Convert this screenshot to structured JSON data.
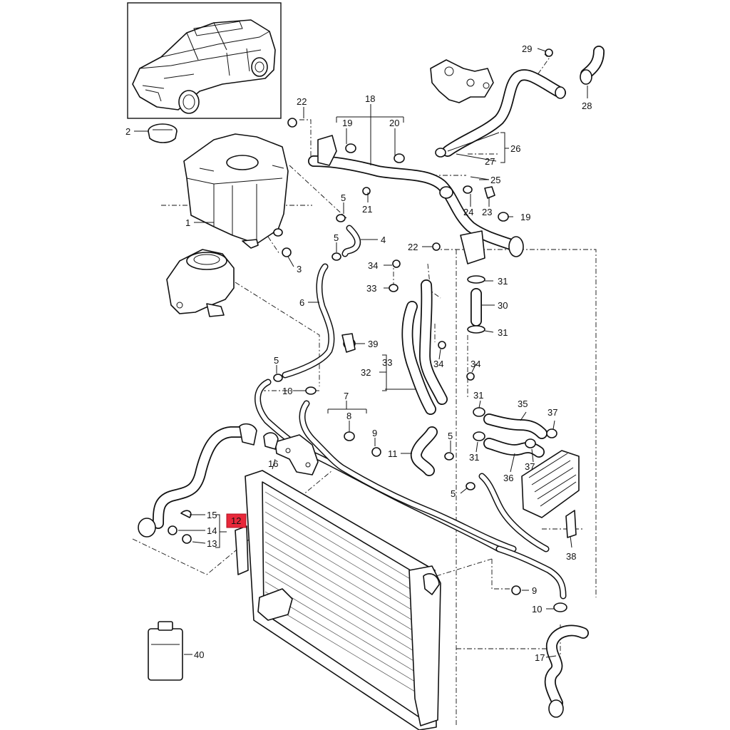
{
  "diagram": {
    "callouts": [
      "1",
      "2",
      "3",
      "4",
      "5",
      "5",
      "5",
      "5",
      "5",
      "6",
      "7",
      "8",
      "9",
      "9",
      "10",
      "10",
      "11",
      "12",
      "13",
      "14",
      "15",
      "16",
      "17",
      "18",
      "19",
      "19",
      "20",
      "21",
      "22",
      "22",
      "23",
      "24",
      "25",
      "26",
      "27",
      "28",
      "29",
      "30",
      "31",
      "31",
      "31",
      "31",
      "32",
      "33",
      "33",
      "34",
      "34",
      "34",
      "35",
      "36",
      "37",
      "37",
      "38",
      "39",
      "40"
    ],
    "highlighted_part": "12",
    "highlight_color": "#e8283a"
  }
}
